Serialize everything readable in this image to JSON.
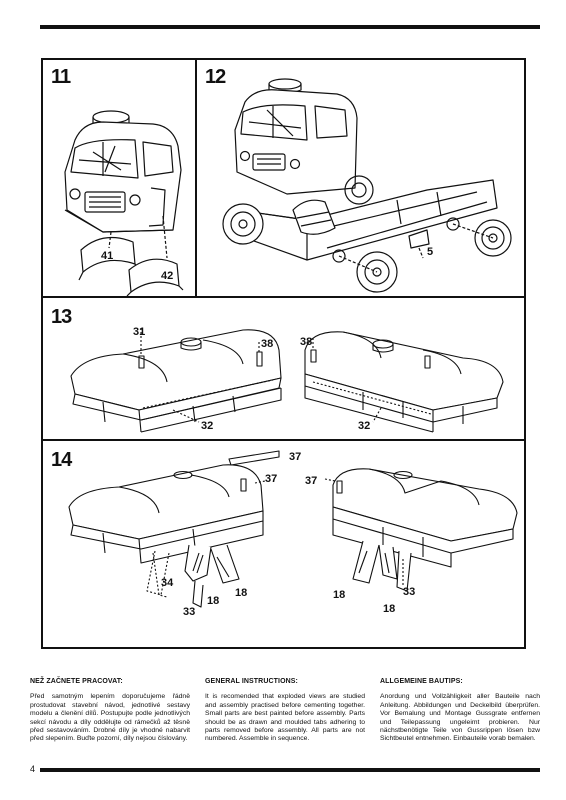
{
  "steps": {
    "s11": {
      "number": "11",
      "parts": [
        "41",
        "42"
      ]
    },
    "s12": {
      "number": "12",
      "parts": [
        "5"
      ]
    },
    "s13": {
      "number": "13",
      "parts": [
        "31",
        "38",
        "32",
        "38",
        "32"
      ]
    },
    "s14": {
      "number": "14",
      "parts": [
        "37",
        "37",
        "37",
        "34",
        "33",
        "18",
        "18",
        "18",
        "18",
        "33"
      ]
    }
  },
  "instructions": {
    "czech": {
      "heading": "NEŽ ZAČNETE PRACOVAT:",
      "body": "Před samotným lepením doporučujeme řádně prostudovat stavební návod, jednotlivé sestavy modelu a členění dílů. Postupujte podle jednotlivých sekcí návodu a díly oddělujte od rámečků až těsně před sestavováním. Drobné díly je vhodné nabarvit před slepením. Buďte pozorní, díly nejsou číslovány."
    },
    "english": {
      "heading": "GENERAL INSTRUCTIONS:",
      "body": "It is recomended that exploded views are studied and assembly practised before cementing together. Small parts are best painted before assembly. Parts should be as drawn and moulded tabs adhering to parts removed before assembly. All parts are not numbered. Assemble in sequence."
    },
    "german": {
      "heading": "ALLGEMEINE BAUTIPS:",
      "body": "Anordung und Vollzähligkeit aller Bauteile nach Anleitung. Abbildungen und Deckelbild überprüfen. Vor Bemalung und Montage Gussgrate entfernen und Teilepassung ungeleimt probieren. Nur nächstbenötigte Teile von Gussrippen lösen bzw Sichtbeutel entnehmen. Einbauteile vorab bemalen."
    }
  },
  "page_number": "4",
  "colors": {
    "ink": "#111111",
    "paper": "#ffffff"
  }
}
